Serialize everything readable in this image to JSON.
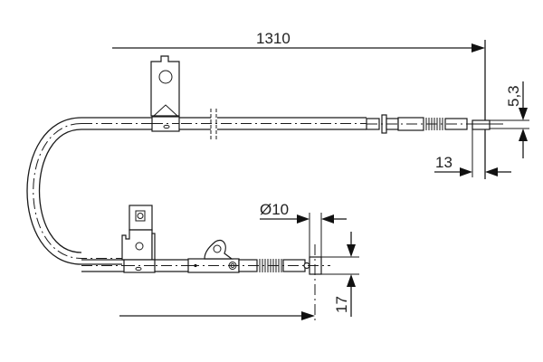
{
  "drawing": {
    "type": "cable technical drawing",
    "dimensions": {
      "overall_length": "1310",
      "end_pin_offset": "5,3",
      "end_fitting_length": "13",
      "nipple_diameter": "Ø10",
      "lower_offset": "17"
    }
  }
}
